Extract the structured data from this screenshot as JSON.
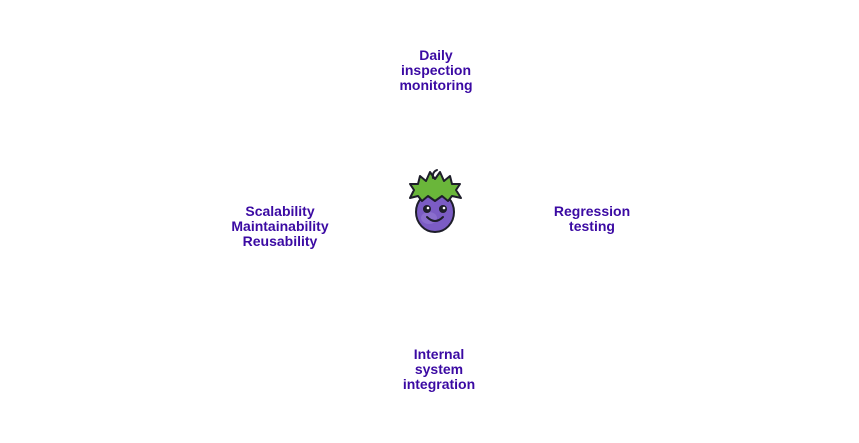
{
  "diagram": {
    "top": {
      "lines": [
        "Daily",
        "inspection",
        "monitoring"
      ]
    },
    "left": {
      "lines": [
        "Scalability",
        "Maintainability",
        "Reusability"
      ]
    },
    "right": {
      "lines": [
        "Regression",
        "testing"
      ]
    },
    "bottom": {
      "lines": [
        "Internal",
        "system",
        "integration"
      ]
    },
    "center": {
      "icon": "eggplant-mascot-icon"
    }
  },
  "colors": {
    "label_text": "#3b0aa3",
    "mascot_body": "#7b5cc4",
    "mascot_leaves": "#6ab63a",
    "outline": "#1e1e2a"
  }
}
